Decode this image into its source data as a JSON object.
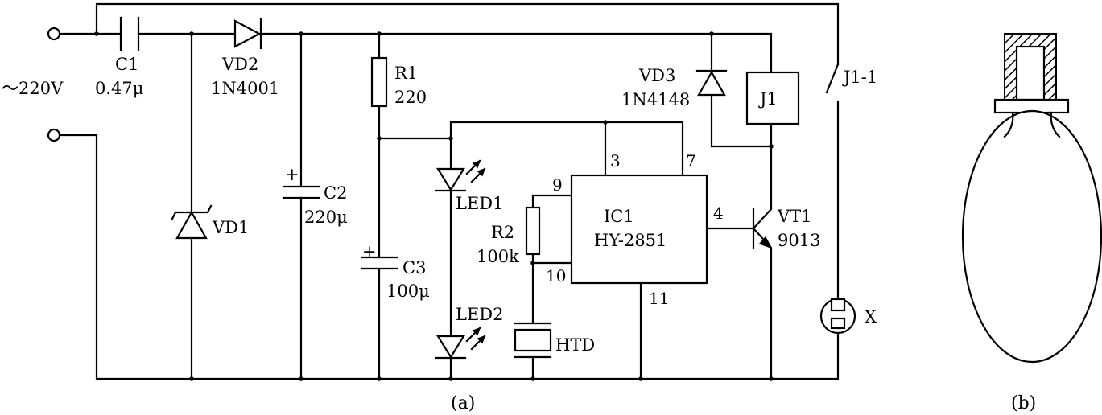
{
  "source": {
    "label": "～220V"
  },
  "components": {
    "c1": {
      "ref": "C1",
      "value": "0.47μ"
    },
    "vd2": {
      "ref": "VD2",
      "value": "1N4001"
    },
    "vd1": {
      "ref": "VD1"
    },
    "c2": {
      "ref": "C2",
      "value": "220μ",
      "polarity": "+"
    },
    "r1": {
      "ref": "R1",
      "value": "220"
    },
    "c3": {
      "ref": "C3",
      "value": "100μ",
      "polarity": "+"
    },
    "led1": {
      "ref": "LED1"
    },
    "led2": {
      "ref": "LED2"
    },
    "r2": {
      "ref": "R2",
      "value": "100k"
    },
    "htd": {
      "ref": "HTD"
    },
    "ic1": {
      "ref": "IC1",
      "part": "HY-2851",
      "pins": {
        "p3": "3",
        "p7": "7",
        "p9": "9",
        "p10": "10",
        "p4": "4",
        "p11": "11"
      }
    },
    "vd3": {
      "ref": "VD3",
      "value": "1N4148"
    },
    "j1": {
      "ref": "J1"
    },
    "j1_contact": {
      "ref": "J1-1"
    },
    "vt1": {
      "ref": "VT1",
      "value": "9013"
    },
    "lamp": {
      "ref": "X"
    }
  },
  "captions": {
    "a": "(a)",
    "b": "(b)"
  }
}
